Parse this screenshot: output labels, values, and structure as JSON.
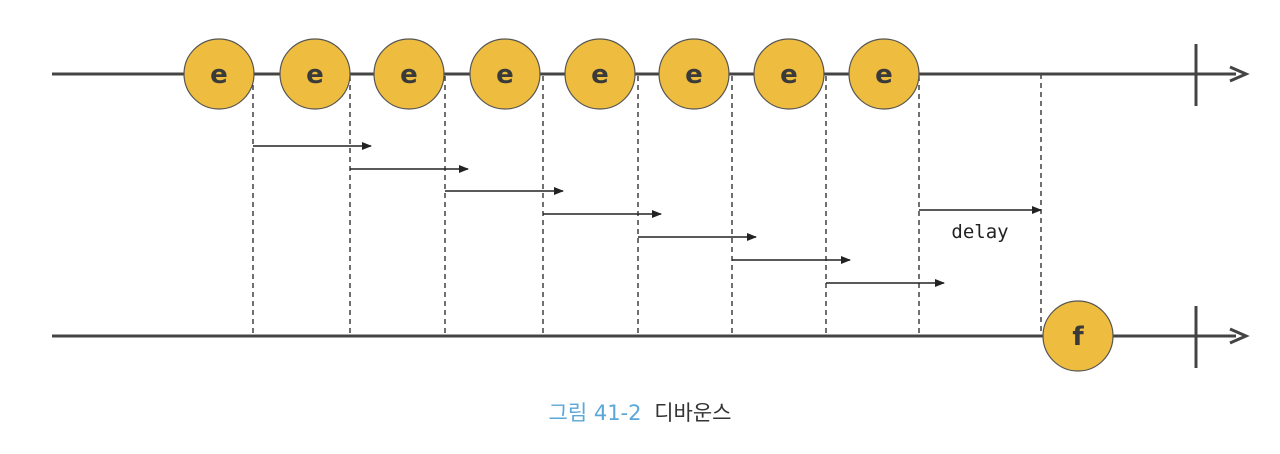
{
  "diagram": {
    "input_stream": {
      "events": [
        {
          "label": "e"
        },
        {
          "label": "e"
        },
        {
          "label": "e"
        },
        {
          "label": "e"
        },
        {
          "label": "e"
        },
        {
          "label": "e"
        },
        {
          "label": "e"
        },
        {
          "label": "e"
        }
      ]
    },
    "output_stream": {
      "events": [
        {
          "label": "f"
        }
      ]
    },
    "delay_label": "delay",
    "colors": {
      "event_fill": "#eebc3f",
      "event_stroke": "#555555",
      "timeline": "#444444",
      "guide": "#333333"
    }
  },
  "caption": {
    "number": "그림 41-2",
    "title": "디바운스"
  }
}
